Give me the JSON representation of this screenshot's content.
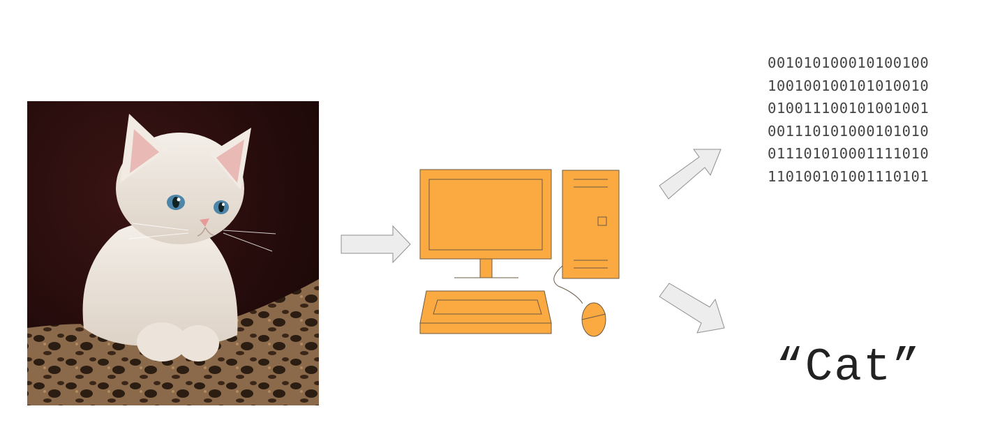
{
  "colors": {
    "computer_fill": "#FBA941",
    "computer_stroke": "#6b5a45",
    "arrow_fill": "#EDEDED",
    "arrow_stroke": "#8f8f8f",
    "photo_background": "#2a1010"
  },
  "input_image": {
    "subject": "kitten-photo"
  },
  "binary_output": {
    "lines": [
      "001010100010100100",
      "100100100101010010",
      "010011100101001001",
      "001110101000101010",
      "011101010001111010",
      "110100101001110101"
    ]
  },
  "label_output": {
    "text": "“Cat”"
  }
}
